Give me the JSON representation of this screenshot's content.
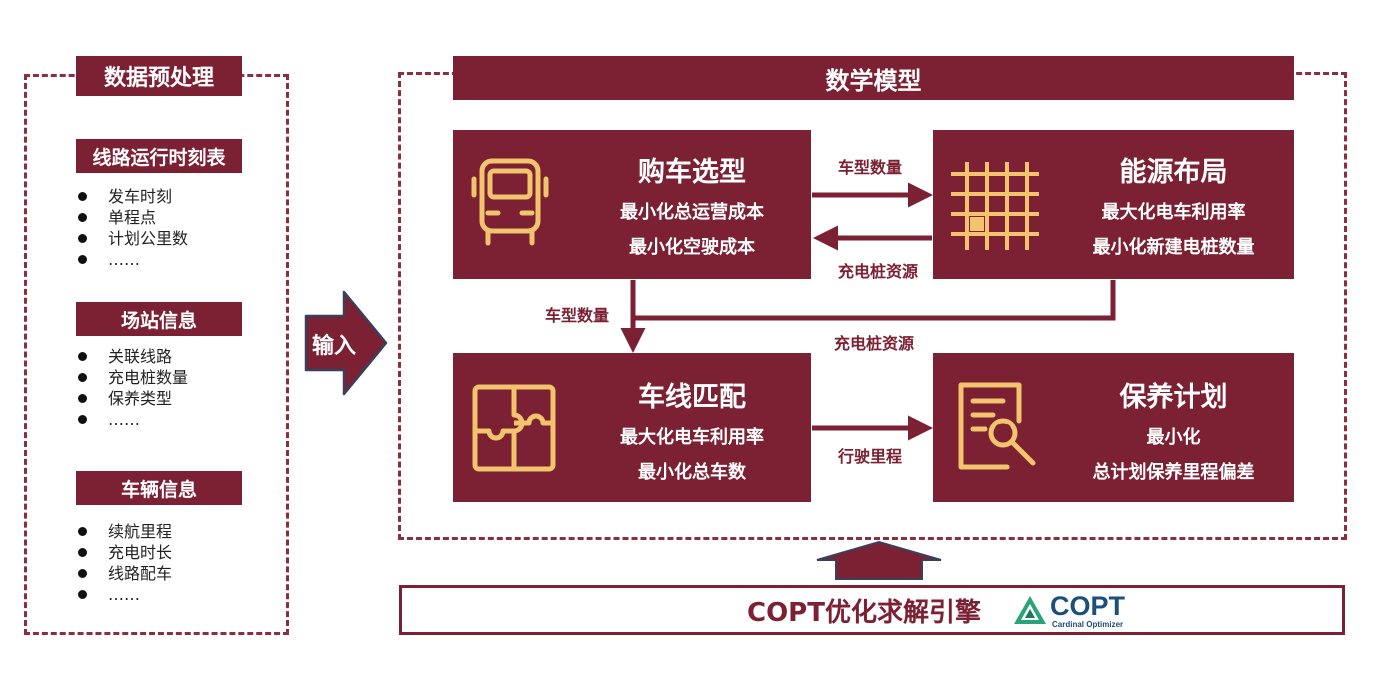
{
  "preprocess": {
    "title": "数据预处理",
    "sections": [
      {
        "title": "线路运行时刻表",
        "items": [
          "发车时刻",
          "单程点",
          "计划公里数",
          "……"
        ]
      },
      {
        "title": "场站信息",
        "items": [
          "关联线路",
          "充电桩数量",
          "保养类型",
          "……"
        ]
      },
      {
        "title": "车辆信息",
        "items": [
          "续航里程",
          "充电时长",
          "线路配车",
          "……"
        ]
      }
    ]
  },
  "input_label": "输入",
  "model": {
    "title": "数学模型",
    "boxes": [
      {
        "title": "购车选型",
        "lines": [
          "最小化总运营成本",
          "最小化空驶成本"
        ],
        "icon": "bus-icon"
      },
      {
        "title": "能源布局",
        "lines": [
          "最大化电车利用率",
          "最小化新建电桩数量"
        ],
        "icon": "grid-icon"
      },
      {
        "title": "车线匹配",
        "lines": [
          "最大化电车利用率",
          "最小化总车数"
        ],
        "icon": "puzzle-icon"
      },
      {
        "title": "保养计划",
        "lines": [
          "最小化",
          "总计划保养里程偏差"
        ],
        "icon": "maintenance-icon"
      }
    ],
    "flows": {
      "purchase_to_energy": "车型数量",
      "energy_to_purchase": "充电桩资源",
      "purchase_to_match": "车型数量",
      "energy_to_match": "充电桩资源",
      "match_to_maintenance": "行驶里程"
    }
  },
  "engine": {
    "label": "COPT优化求解引擎",
    "logo_text": "COPT",
    "logo_subtitle": "Cardinal Optimizer"
  },
  "colors": {
    "maroon": "#7b2133",
    "accent": "#f2c46d",
    "logo_blue": "#1c4f7a",
    "logo_green": "#2aa37a"
  }
}
